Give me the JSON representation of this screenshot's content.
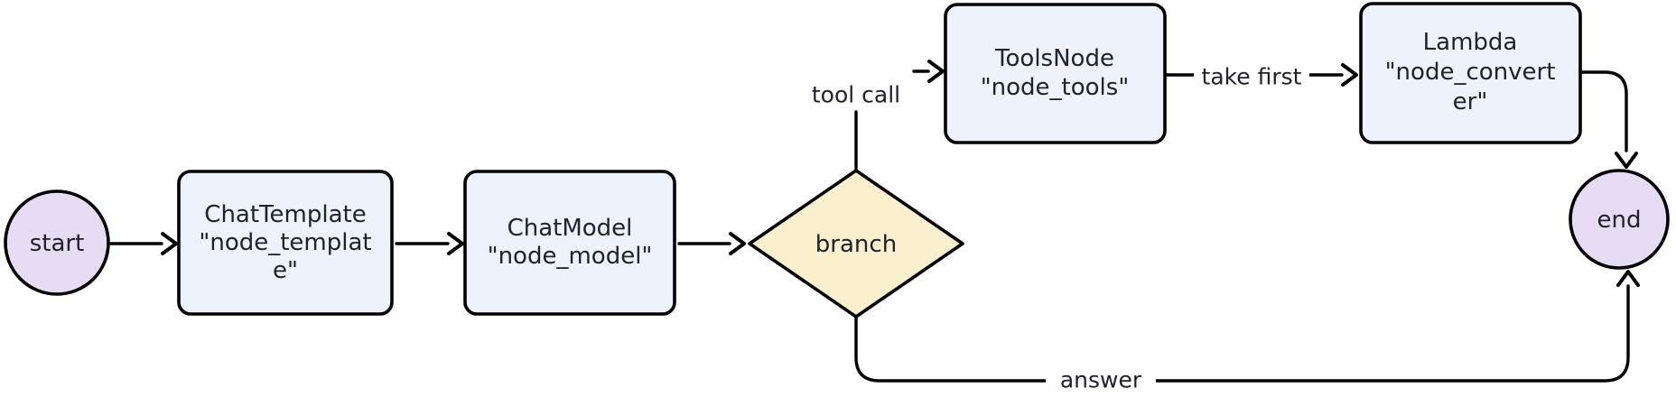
{
  "diagram": {
    "type": "flowchart",
    "direction": "left-to-right",
    "background": "#ffffff",
    "colors": {
      "terminal_fill": "#e6ddf4",
      "process_fill": "#edf2fc",
      "decision_fill": "#fbf0cd",
      "stroke": "#000000",
      "text": "#21212b"
    },
    "nodes": {
      "start": {
        "shape": "circle",
        "label": "start"
      },
      "template": {
        "shape": "rounded-rect",
        "label": "ChatTemplate \"node_template\"",
        "lines": [
          "ChatTemplate",
          "\"node_templat",
          "e\""
        ]
      },
      "model": {
        "shape": "rounded-rect",
        "label": "ChatModel \"node_model\"",
        "lines": [
          "ChatModel",
          "\"node_model\""
        ]
      },
      "branch": {
        "shape": "diamond",
        "label": "branch"
      },
      "tools": {
        "shape": "rounded-rect",
        "label": "ToolsNode \"node_tools\"",
        "lines": [
          "ToolsNode",
          "\"node_tools\""
        ]
      },
      "converter": {
        "shape": "rounded-rect",
        "label": "Lambda \"node_converter\"",
        "lines": [
          "Lambda",
          "\"node_convert",
          "er\""
        ]
      },
      "end": {
        "shape": "circle",
        "label": "end"
      }
    },
    "edges": [
      {
        "from": "start",
        "to": "node_template",
        "label": ""
      },
      {
        "from": "node_template",
        "to": "node_model",
        "label": ""
      },
      {
        "from": "node_model",
        "to": "branch",
        "label": ""
      },
      {
        "from": "branch",
        "to": "node_tools",
        "label": "tool call"
      },
      {
        "from": "node_tools",
        "to": "node_converter",
        "label": "take first"
      },
      {
        "from": "node_converter",
        "to": "end",
        "label": ""
      },
      {
        "from": "branch",
        "to": "end",
        "label": "answer"
      }
    ]
  }
}
